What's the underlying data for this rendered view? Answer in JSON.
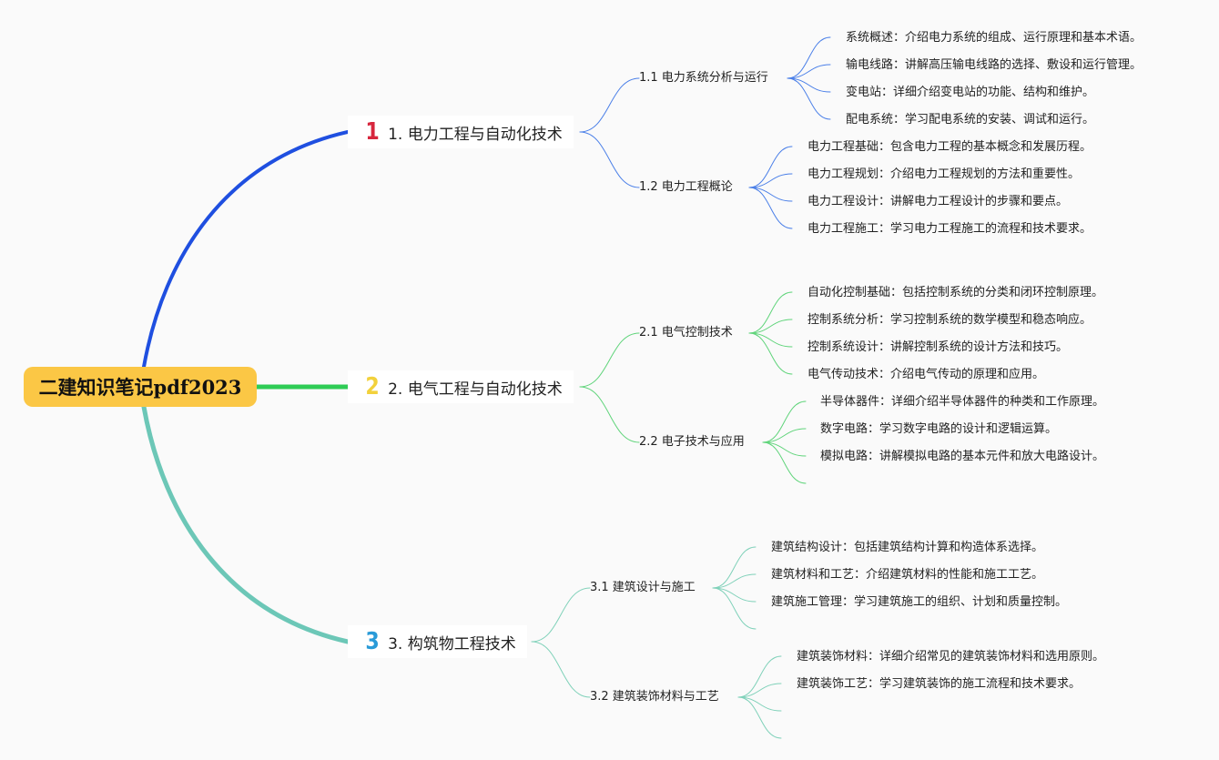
{
  "root": {
    "label": "二建知识笔记pdf2023"
  },
  "branches": [
    {
      "badge": "1",
      "badge_color": "#d7263d",
      "line_color": "#1f4fe0",
      "sub_line_color": "#4a7fe8",
      "label": "1. 电力工程与自动化技术",
      "subs": [
        {
          "label": "1.1 电力系统分析与运行",
          "leaves": [
            "系统概述：介绍电力系统的组成、运行原理和基本术语。",
            "输电线路：讲解高压输电线路的选择、敷设和运行管理。",
            "变电站：详细介绍变电站的功能、结构和维护。",
            "配电系统：学习配电系统的安装、调试和运行。"
          ]
        },
        {
          "label": "1.2 电力工程概论",
          "leaves": [
            "电力工程基础：包含电力工程的基本概念和发展历程。",
            "电力工程规划：介绍电力工程规划的方法和重要性。",
            "电力工程设计：讲解电力工程设计的步骤和要点。",
            "电力工程施工：学习电力工程施工的流程和技术要求。"
          ]
        }
      ]
    },
    {
      "badge": "2",
      "badge_color": "#f2d13c",
      "line_color": "#2ecc55",
      "sub_line_color": "#5fd47a",
      "label": "2. 电气工程与自动化技术",
      "subs": [
        {
          "label": "2.1 电气控制技术",
          "leaves": [
            "自动化控制基础：包括控制系统的分类和闭环控制原理。",
            "控制系统分析：学习控制系统的数学模型和稳态响应。",
            "控制系统设计：讲解控制系统的设计方法和技巧。",
            "电气传动技术：介绍电气传动的原理和应用。"
          ]
        },
        {
          "label": "2.2 电子技术与应用",
          "leaves": [
            "半导体器件：详细介绍半导体器件的种类和工作原理。",
            "数字电路：学习数字电路的设计和逻辑运算。",
            "模拟电路：讲解模拟电路的基本元件和放大电路设计。",
            ""
          ]
        }
      ]
    },
    {
      "badge": "3",
      "badge_color": "#2a9bd8",
      "line_color": "#6cc7b7",
      "sub_line_color": "#7fd1b9",
      "label": "3. 构筑物工程技术",
      "subs": [
        {
          "label": "3.1 建筑设计与施工",
          "leaves": [
            "建筑结构设计：包括建筑结构计算和构造体系选择。",
            "建筑材料和工艺：介绍建筑材料的性能和施工工艺。",
            "建筑施工管理：学习建筑施工的组织、计划和质量控制。",
            ""
          ]
        },
        {
          "label": "3.2 建筑装饰材料与工艺",
          "leaves": [
            "建筑装饰材料：详细介绍常见的建筑装饰材料和选用原则。",
            "建筑装饰工艺：学习建筑装饰的施工流程和技术要求。",
            "",
            ""
          ]
        }
      ]
    }
  ]
}
